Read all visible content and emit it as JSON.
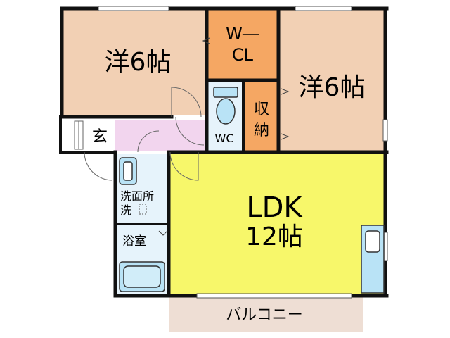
{
  "rooms": {
    "western_left": {
      "label": "洋6帖",
      "color": "#f2d0b4"
    },
    "walk_in_closet": {
      "line1": "W―",
      "line2": "CL",
      "color": "#f5a763"
    },
    "western_right": {
      "label": "洋6帖",
      "color": "#f2d0b4"
    },
    "toilet": {
      "label": "WC",
      "color": "#e6f3fb"
    },
    "storage": {
      "line1": "収",
      "line2": "納",
      "color": "#f5a763"
    },
    "entrance": {
      "label": "玄"
    },
    "hall": {
      "color": "#f2d5ee"
    },
    "washroom": {
      "line1": "洗面所",
      "line2": "洗",
      "color": "#e6f3fb"
    },
    "bathroom": {
      "label": "浴室",
      "color": "#e6f3fb"
    },
    "ldk": {
      "line1": "LDK",
      "line2": "12帖",
      "color": "#f7f76a"
    },
    "balcony": {
      "label": "バルコニー",
      "color": "#eeded4"
    }
  },
  "fixtures": {
    "accent": "#b9e3f6"
  },
  "wall_color": "#111111"
}
